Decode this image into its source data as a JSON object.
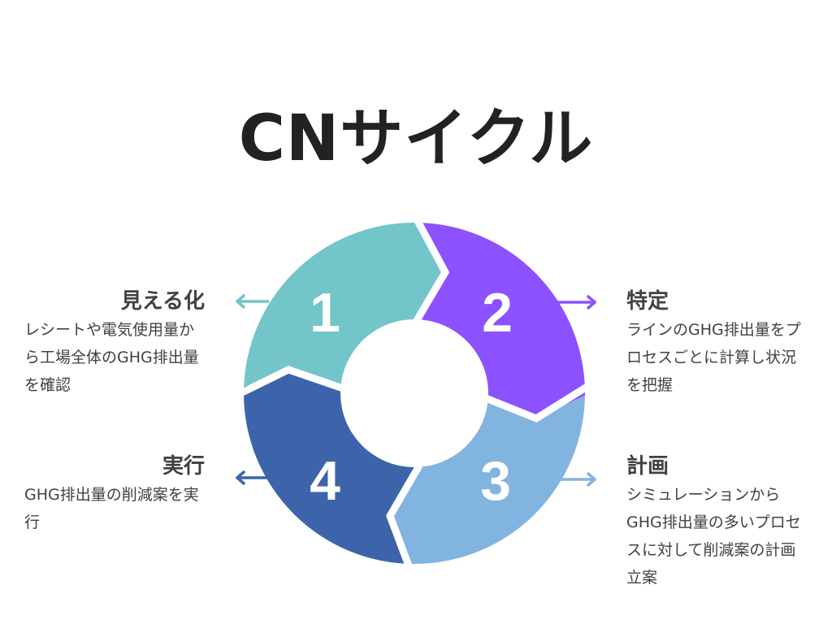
{
  "title": "CNサイクル",
  "steps": [
    {
      "number": "1",
      "title": "見える化",
      "desc": "レシートや電気使用量から工場全体のGHG排出量を確認",
      "color": "#72C5C9"
    },
    {
      "number": "2",
      "title": "特定",
      "desc": "ラインのGHG排出量をプロセスごとに計算し状況を把握",
      "color": "#8C52FF"
    },
    {
      "number": "3",
      "title": "計画",
      "desc": "シミュレーションからGHG排出量の多いプロセスに対して削減案の計画立案",
      "color": "#82B4E0"
    },
    {
      "number": "4",
      "title": "実行",
      "desc": "GHG排出量の削減案を実行",
      "color": "#3D64AB"
    }
  ]
}
